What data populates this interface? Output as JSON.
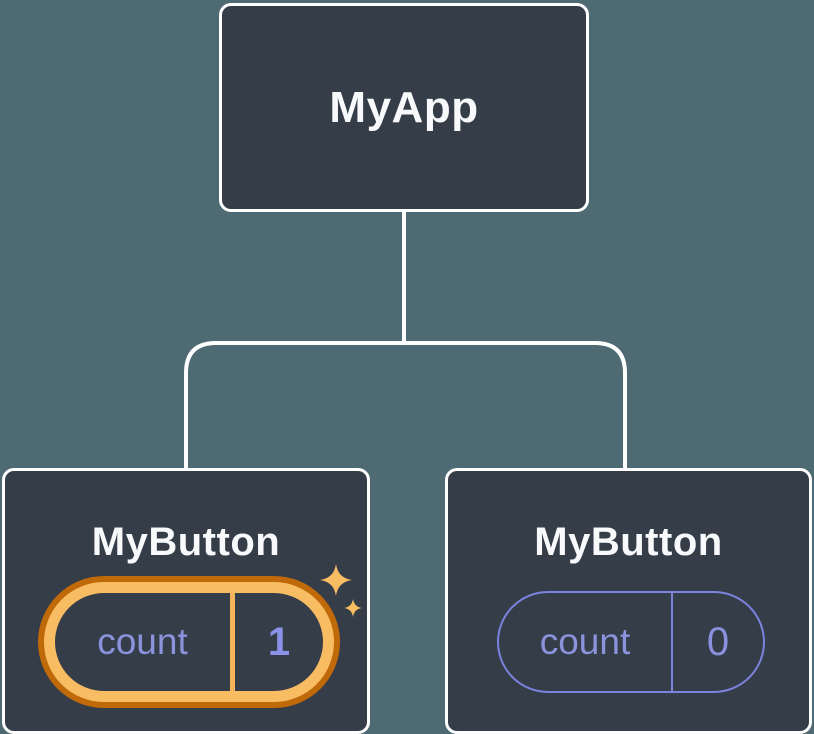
{
  "diagram": {
    "type": "component-tree",
    "root": {
      "label": "MyApp"
    },
    "children": [
      {
        "label": "MyButton",
        "state": {
          "key": "count",
          "value": "1"
        },
        "highlighted": true,
        "icon": "sparkles-icon"
      },
      {
        "label": "MyButton",
        "state": {
          "key": "count",
          "value": "0"
        },
        "highlighted": false
      }
    ],
    "colors": {
      "background": "#4E6A73",
      "node_fill": "#353D48",
      "node_border": "#FFFFFF",
      "connector": "#FFFFFF",
      "label_text": "#F7F9FB",
      "state_key_text": "#8B93DC",
      "state_value_highlight": "#8A92E8",
      "pill_border_purple": "#7B83DE",
      "highlight_gold": "#F8BC63",
      "highlight_orange_ring": "#BF6909"
    }
  }
}
